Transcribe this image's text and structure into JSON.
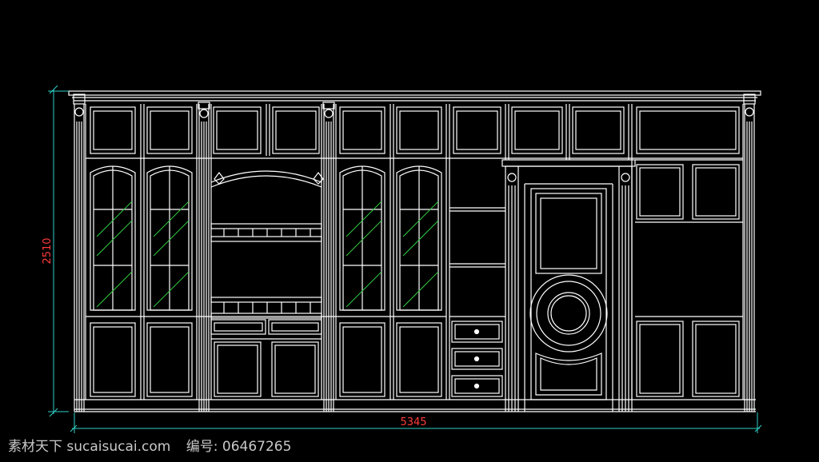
{
  "drawing": {
    "dimensions": {
      "width": "5345",
      "height": "2510"
    },
    "colors": {
      "background": "#000000",
      "lines": "#ffffff",
      "dimension_line": "#2fd0c8",
      "dimension_text": "#ff3b3b",
      "glass_hatch": "#2ecc40"
    }
  },
  "watermark": {
    "site": "素材天下 sucaisucai.com",
    "id_label": "编号: 06467265"
  }
}
